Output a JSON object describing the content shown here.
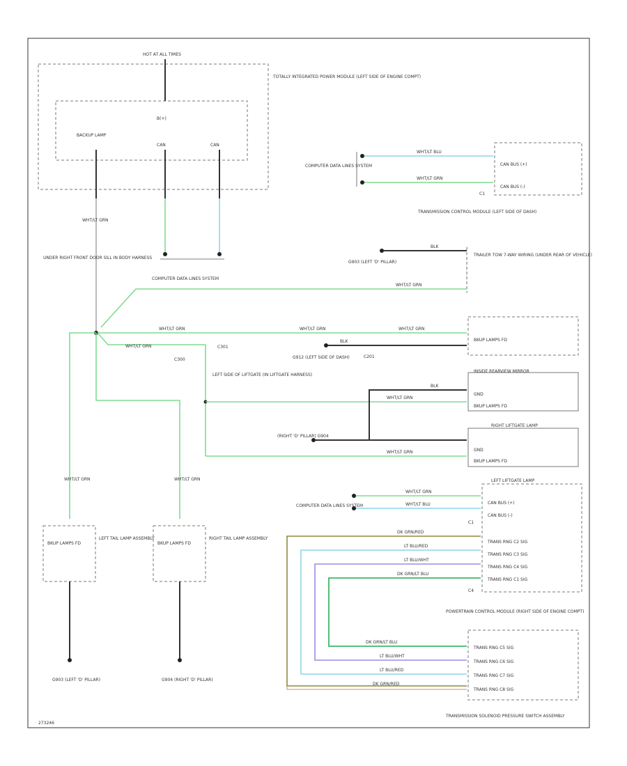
{
  "labels": {
    "hot_at_all_times": "HOT AT ALL TIMES",
    "tipm": "TOTALLY INTEGRATED POWER MODULE (LEFT SIDE OF ENGINE COMPT)",
    "bplus": "B(+)",
    "backup_lamp": "BACKUP LAMP",
    "can_1": "CAN",
    "can_2": "CAN",
    "cdl_system_1": "COMPUTER DATA LINES SYSTEM",
    "cdl_system_2": "COMPUTER DATA LINES SYSTEM",
    "cdl_system_3": "COMPUTER DATA LINES SYSTEM",
    "tcm": "TRANSMISSION CONTROL MODULE (LEFT SIDE OF DASH)",
    "can_bus_plus_1": "CAN BUS (+)",
    "can_bus_minus_1": "CAN BUS (-)",
    "c1": "C1",
    "under_right_front": "UNDER RIGHT FRONT DOOR SILL IN BODY HARNESS",
    "g903": "G903 (LEFT 'D' PILLAR)",
    "trailer_tow": "TRAILER TOW 7-WAY WIRING (UNDER REAR OF VEHICLE)",
    "bkup_lamps_fd": "BKUP LAMPS FD",
    "c201": "C201",
    "c300": "C300",
    "c301": "C301",
    "g912": "G912 (LEFT SIDE OF DASH)",
    "left_side_liftgate": "LEFT SIDE OF LIFTGATE (IN LIFTGATE HARNESS)",
    "inside_rearview": "INSIDE REARVIEW MIRROR",
    "gnd": "GND",
    "right_liftgate_lamp": "RIGHT LIFTGATE LAMP",
    "right_d_pillar": "(RIGHT 'D' PILLAR) G904",
    "left_liftgate_lamp": "LEFT LIFTGATE LAMP",
    "can_bus_plus_2": "CAN BUS (+)",
    "can_bus_minus_2": "CAN BUS (-)",
    "trans_rng_c2": "TRANS RNG C2 SIG",
    "trans_rng_c3": "TRANS RNG C3 SIG",
    "trans_rng_c4": "TRANS RNG C4 SIG",
    "trans_rng_c1": "TRANS RNG C1 SIG",
    "c4": "C4",
    "pcm": "POWERTRAIN CONTROL MODULE (RIGHT SIDE OF ENGINE COMPT)",
    "trans_rng_c5": "TRANS RNG C5 SIG",
    "trans_rng_c6": "TRANS RNG C6 SIG",
    "trans_rng_c7": "TRANS RNG C7 SIG",
    "trans_rng_c8": "TRANS RNG C8 SIG",
    "tsps": "TRANSMISSION SOLENOID PRESSURE SWITCH ASSEMBLY",
    "left_tail": "LEFT TAIL LAMP ASSEMBLY",
    "right_tail": "RIGHT TAIL LAMP ASSEMBLY",
    "bkup_lamps_fd_l": "BKUP LAMPS FD",
    "bkup_lamps_fd_r": "BKUP LAMPS FD",
    "g903_bottom": "G903 (LEFT 'D' PILLAR)",
    "g904_bottom": "G904 (RIGHT 'D' PILLAR)",
    "wire_wht_grn": "WHT/LT GRN",
    "wire_wht_blu": "WHT/LT BLU",
    "wire_blk": "BLK",
    "wire_can": "CAN",
    "wire_dk_grn_red": "DK GRN/RED",
    "wire_lt_blu_red": "LT BLU/RED",
    "wire_lt_blu_wht": "LT BLU/WHT",
    "wire_dk_grn_blu": "DK GRN/LT BLU",
    "diagram_id": "273246"
  },
  "colors": {
    "wire_green": "#7fdc8f",
    "wire_blue": "#8ad6e8",
    "wire_black": "#333333",
    "wire_olive": "#8c8a3a",
    "wire_tan": "#c8905a",
    "wire_purple": "#9a8ee0",
    "frame": "#555555"
  }
}
